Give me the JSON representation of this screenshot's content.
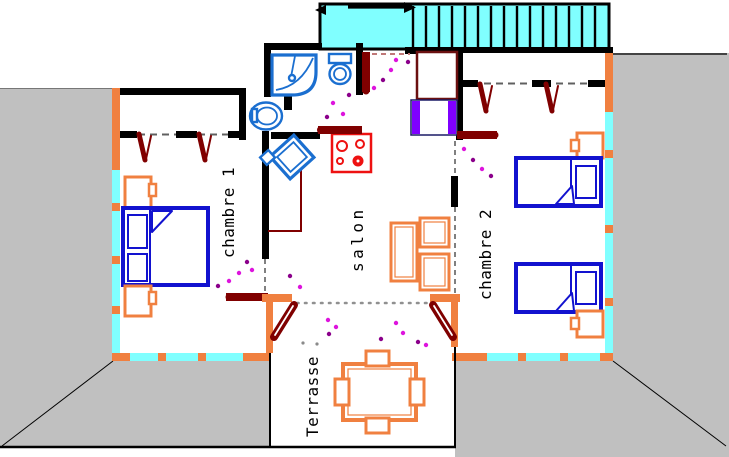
{
  "rooms": {
    "chambre1": {
      "label": "chambre 1"
    },
    "salon": {
      "label": "salon"
    },
    "chambre2": {
      "label": "chambre 2"
    },
    "terrasse": {
      "label": "Terrasse"
    }
  },
  "colors": {
    "wall": "#000000",
    "outside": "#c0c0c0",
    "cyan": "#80ffff",
    "orange": "#f08040",
    "door": "#800000",
    "bed": "#1212cf",
    "fixture": "#1b6fd0",
    "stove": "#ee1111",
    "purple": "#7f00ff",
    "dot": "#dd14dd",
    "dot_dark": "#8b008b",
    "dash": "#606060",
    "entry_dash": "#c07878",
    "terrace_dot": "#909090",
    "text": "#000000",
    "closet": "#6b1010"
  }
}
